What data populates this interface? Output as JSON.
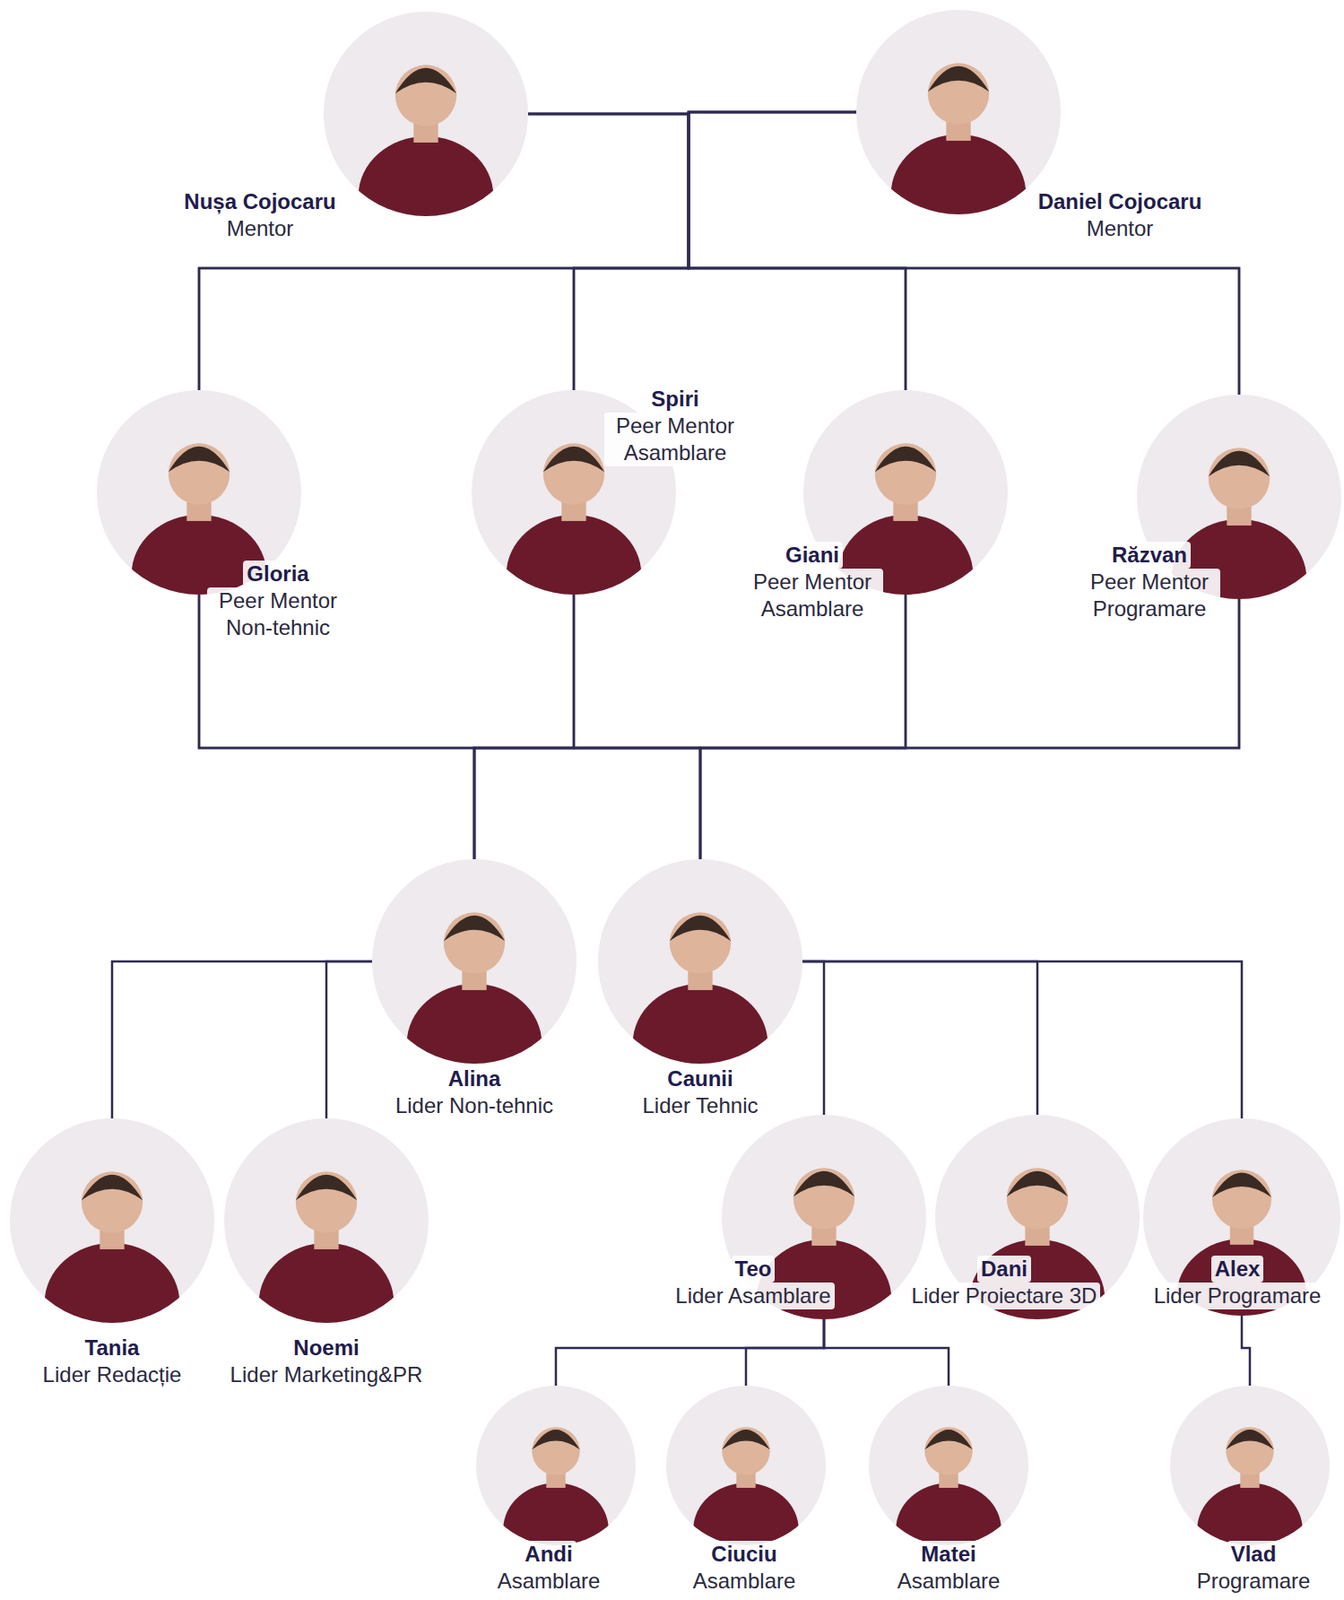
{
  "diagram": {
    "nodes": [
      {
        "text": [
          "Nușa Cojocaru",
          "Mentor"
        ]
      },
      {
        "text": [
          "Daniel Cojocaru",
          "Mentor"
        ]
      },
      {
        "text": [
          "Gloria",
          "Peer Mentor Non-tehnic"
        ]
      },
      {
        "text": [
          "Spiri",
          "Peer Mentor Asamblare"
        ]
      },
      {
        "text": [
          "Giani",
          "Peer Mentor Asamblare"
        ]
      },
      {
        "text": [
          "Răzvan",
          "Peer Mentor Programare"
        ]
      },
      {
        "text": [
          "Alina",
          "Lider Non-tehnic"
        ]
      },
      {
        "text": [
          "Caunii",
          "Lider Tehnic"
        ]
      },
      {
        "text": [
          "Tania",
          "Lider Redacție"
        ]
      },
      {
        "text": [
          "Noemi",
          "Lider Marketing&PR"
        ]
      },
      {
        "text": [
          "Teo",
          "Lider Asamblare"
        ]
      },
      {
        "text": [
          "Dani",
          "Lider Proiectare 3D"
        ]
      },
      {
        "text": [
          "Alex",
          "Lider Programare"
        ]
      },
      {
        "text": [
          "Andi",
          "Asamblare"
        ]
      },
      {
        "text": [
          "Ciuciu",
          "Asamblare"
        ]
      },
      {
        "text": [
          "Matei",
          "Asamblare"
        ]
      },
      {
        "text": [
          "Vlad",
          "Programare"
        ]
      }
    ],
    "edges": [
      {
        "from": 0,
        "to": 2,
        "arrow": "none"
      },
      {
        "from": 0,
        "to": 3,
        "arrow": "none"
      },
      {
        "from": 0,
        "to": 4,
        "arrow": "none"
      },
      {
        "from": 0,
        "to": 5,
        "arrow": "none"
      },
      {
        "from": 1,
        "to": 2,
        "arrow": "none"
      },
      {
        "from": 1,
        "to": 3,
        "arrow": "none"
      },
      {
        "from": 1,
        "to": 4,
        "arrow": "none"
      },
      {
        "from": 1,
        "to": 5,
        "arrow": "none"
      },
      {
        "from": 2,
        "to": 6,
        "arrow": "none"
      },
      {
        "from": 2,
        "to": 7,
        "arrow": "none"
      },
      {
        "from": 3,
        "to": 6,
        "arrow": "none"
      },
      {
        "from": 3,
        "to": 7,
        "arrow": "none"
      },
      {
        "from": 4,
        "to": 6,
        "arrow": "none"
      },
      {
        "from": 4,
        "to": 7,
        "arrow": "none"
      },
      {
        "from": 5,
        "to": 6,
        "arrow": "none"
      },
      {
        "from": 5,
        "to": 7,
        "arrow": "none"
      },
      {
        "from": 6,
        "to": 8,
        "arrow": "none"
      },
      {
        "from": 6,
        "to": 9,
        "arrow": "none"
      },
      {
        "from": 7,
        "to": 10,
        "arrow": "none"
      },
      {
        "from": 7,
        "to": 11,
        "arrow": "none"
      },
      {
        "from": 7,
        "to": 12,
        "arrow": "none"
      },
      {
        "from": 10,
        "to": 13,
        "arrow": "none"
      },
      {
        "from": 10,
        "to": 14,
        "arrow": "none"
      },
      {
        "from": 10,
        "to": 15,
        "arrow": "none"
      },
      {
        "from": 12,
        "to": 16,
        "arrow": "none"
      }
    ]
  }
}
